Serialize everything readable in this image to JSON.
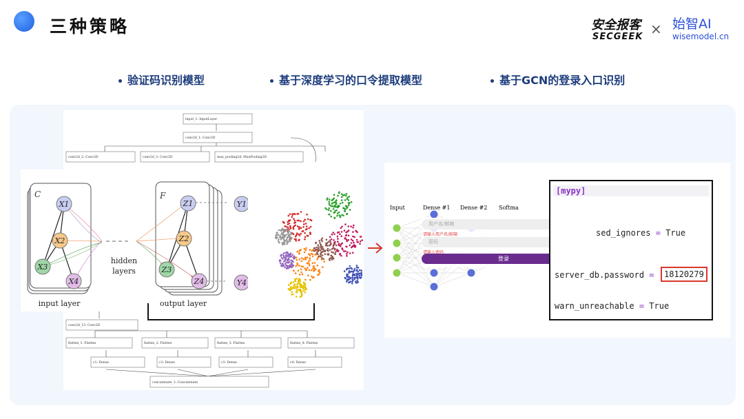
{
  "header": {
    "title": "三种策略",
    "logo_secgeek_cn": "安全报客",
    "logo_secgeek_en": "SECGEEK",
    "logo_separator": "×",
    "logo_wise_cn": "始智AI",
    "logo_wise_en": "wisemodel.cn"
  },
  "bullets": [
    "验证码识别模型",
    "基于深度学习的口令提取模型",
    "基于GCN的登录入口识别"
  ],
  "model_arch": {
    "top": [
      "input_1: InputLayer",
      "conv2d_1: Conv2D"
    ],
    "row2": [
      "conv2d_2: Conv2D",
      "conv2d_3: Conv2D",
      "max_pooling2d: MaxPooling2D"
    ],
    "bottom_conv": "conv2d_12: Conv2D",
    "flatten": [
      "flatten_1: Flatten",
      "flatten_2: Flatten",
      "flatten_3: Flatten",
      "flatten_4: Flatten"
    ],
    "dense": [
      "c1: Dense",
      "c2: Dense",
      "c3: Dense",
      "c4: Dense"
    ],
    "concat": "concatenate_1: Concatenate",
    "io": [
      "input",
      "output"
    ]
  },
  "gcn": {
    "panel_c": "C",
    "panel_f": "F",
    "nodes_x": [
      "X1",
      "X2",
      "X3",
      "X4"
    ],
    "nodes_z": [
      "Z1",
      "Z2",
      "Z3",
      "Z4"
    ],
    "nodes_y": [
      "Y1",
      "Y4"
    ],
    "hidden_label": [
      "hidden",
      "layers"
    ],
    "input_label": "input layer",
    "output_label": "output layer"
  },
  "nn": {
    "headers": [
      "Input",
      "Dense #1",
      "Dense #2",
      "Softma"
    ],
    "login_field_1": "用户名/邮箱",
    "login_error_1": "请输入用户名/邮箱",
    "login_field_2": "密码",
    "login_error_2": "请输入密码",
    "login_button": "登录"
  },
  "config": {
    "section": "[mypy]",
    "line1_key": "sed_ignores",
    "line1_val": "True",
    "line2_key": "server_db.password",
    "line2_val": "18120279",
    "line3_key": "warn_unreachable",
    "line3_val": "True",
    "equals": "="
  },
  "colors": {
    "accent_blue": "#1d3c7c",
    "highlight_red": "#d9362b",
    "login_button": "#6a2c8f",
    "node_green": "#8fd14f",
    "node_blue": "#5a6fd8"
  }
}
